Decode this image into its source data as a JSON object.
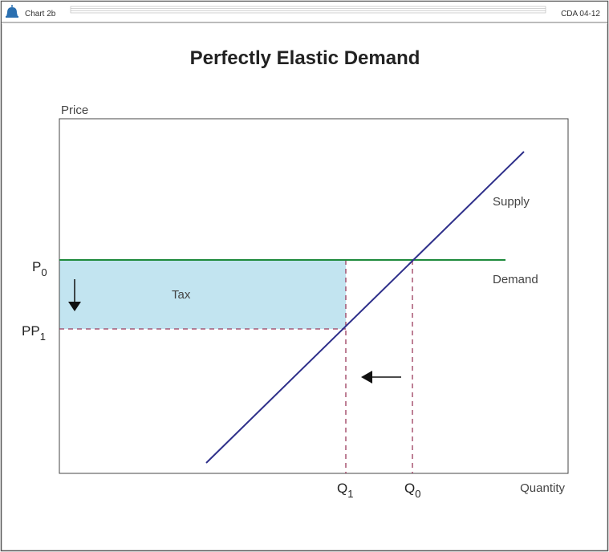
{
  "header": {
    "left_label": "Chart 2b",
    "right_label": "CDA 04-12",
    "icon": "bell-icon"
  },
  "title": "Perfectly Elastic Demand",
  "axes": {
    "y_label": "Price",
    "x_label": "Quantity"
  },
  "price_labels": {
    "p0_main": "P",
    "p0_sub": "0",
    "pp1_main": "PP",
    "pp1_sub": "1"
  },
  "quantity_labels": {
    "q1_main": "Q",
    "q1_sub": "1",
    "q0_main": "Q",
    "q0_sub": "0"
  },
  "curve_labels": {
    "supply": "Supply",
    "demand": "Demand",
    "tax": "Tax"
  },
  "colors": {
    "supply": "#2e2f8a",
    "demand": "#1e8a3c",
    "tax_area": "#c2e4f0",
    "dashed": "#9b3b5c",
    "header_icon": "#2a6fb0"
  }
}
